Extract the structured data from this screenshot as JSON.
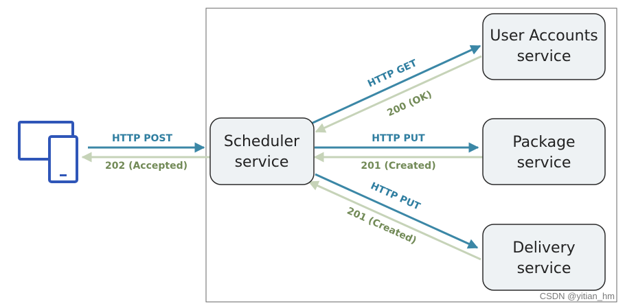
{
  "colors": {
    "request": "#3b87a6",
    "response": "#c6d3b8",
    "request_text": "#2f7ea0",
    "response_text": "#728a57",
    "node_fill": "#eef2f4",
    "node_stroke": "#2b2b2b",
    "client_icon": "#2f56b8",
    "boundary": "#666666",
    "watermark": "#7a7a7a"
  },
  "client": {
    "icon": "desktop-and-phone-icon"
  },
  "nodes": {
    "scheduler": {
      "line1": "Scheduler",
      "line2": "service"
    },
    "accounts": {
      "line1": "User Accounts",
      "line2": "service"
    },
    "package": {
      "line1": "Package",
      "line2": "service"
    },
    "delivery": {
      "line1": "Delivery",
      "line2": "service"
    }
  },
  "edges": {
    "client_to_scheduler": {
      "request": "HTTP POST",
      "response": "202 (Accepted)"
    },
    "scheduler_to_accounts": {
      "request": "HTTP GET",
      "response": "200 (OK)"
    },
    "scheduler_to_package": {
      "request": "HTTP PUT",
      "response": "201 (Created)"
    },
    "scheduler_to_delivery": {
      "request": "HTTP PUT",
      "response": "201 (Created)"
    }
  },
  "watermark": "CSDN @yitian_hm"
}
